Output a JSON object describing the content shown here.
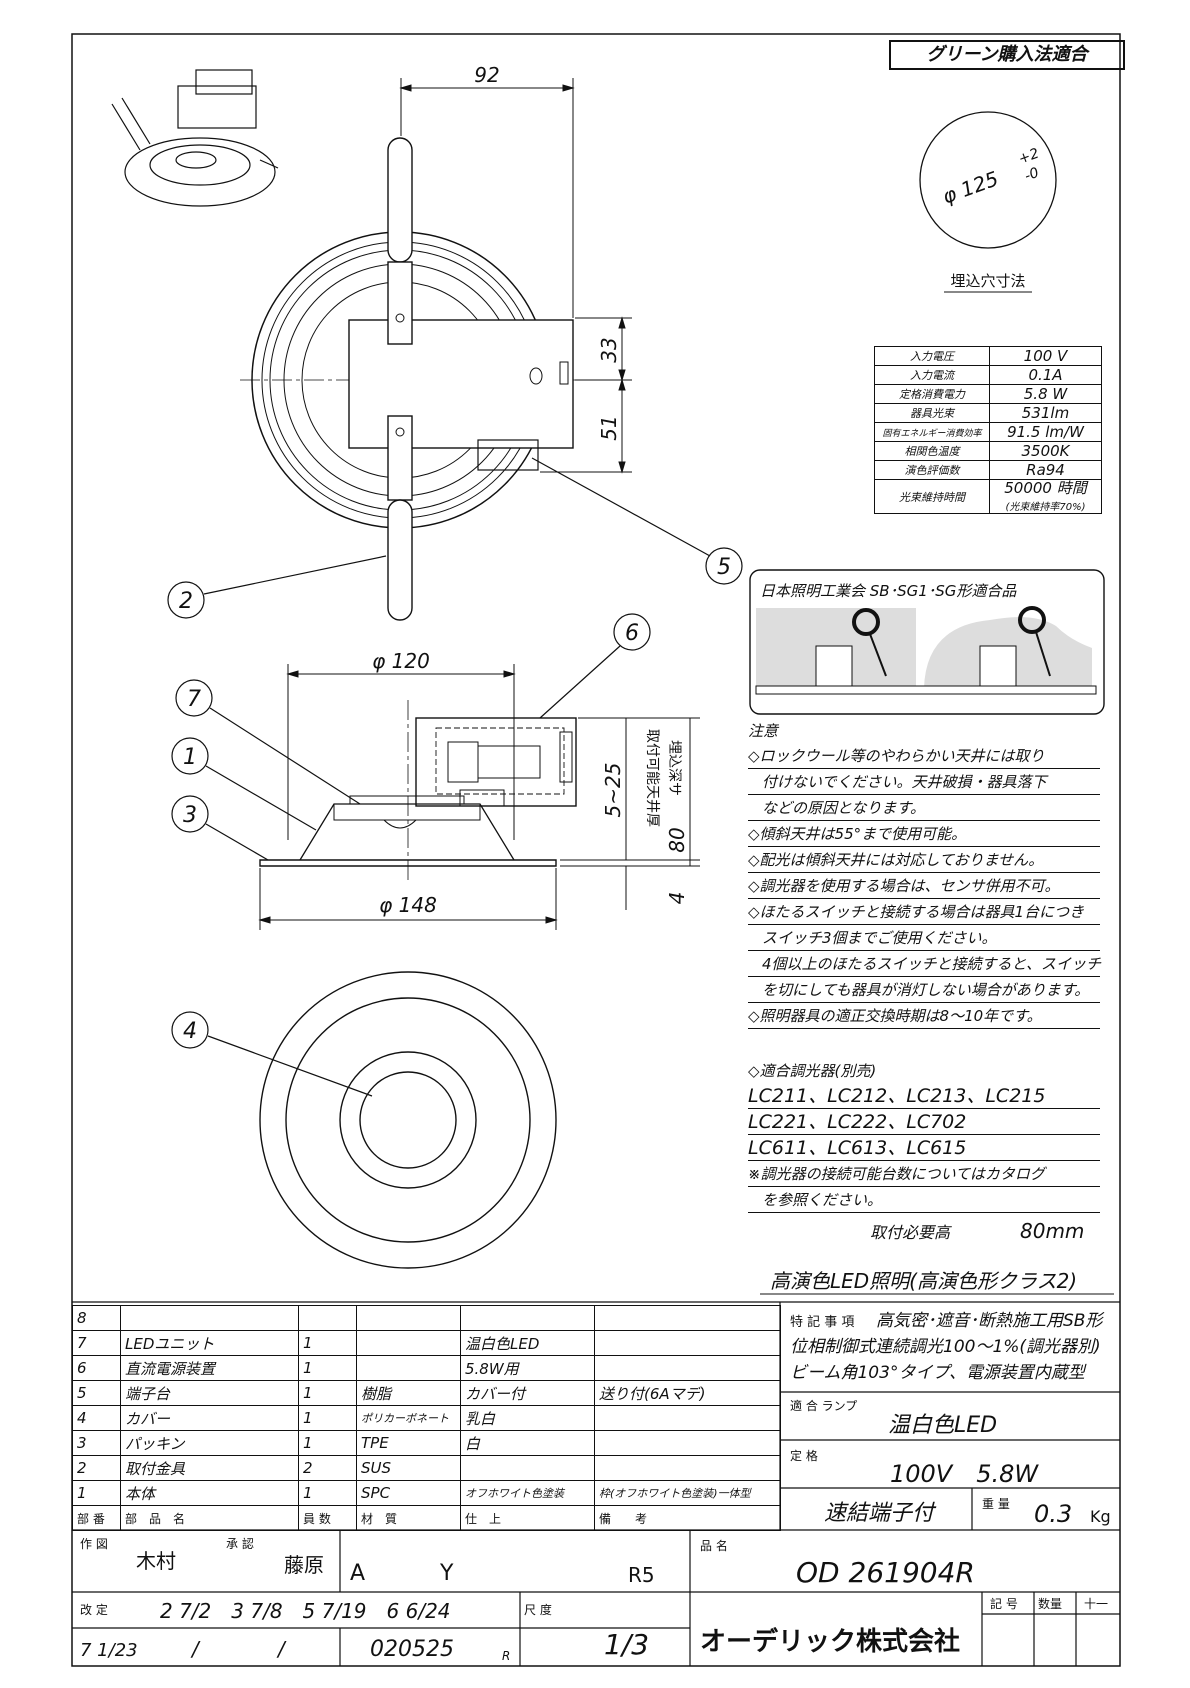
{
  "header": {
    "green_tag": "グリーン購入法適合"
  },
  "cutout": {
    "diameter": "φ 125",
    "tol_plus": "+2",
    "tol_minus": "-0",
    "label": "埋込穴寸法"
  },
  "specs": [
    {
      "k": "入力電圧",
      "v": "100 V"
    },
    {
      "k": "入力電流",
      "v": "0.1A"
    },
    {
      "k": "定格消費電力",
      "v": "5.8 W"
    },
    {
      "k": "器具光束",
      "v": "531lm"
    },
    {
      "k": "固有エネルギー消費効率",
      "v": "91.5 lm/W"
    },
    {
      "k": "相関色温度",
      "v": "3500K"
    },
    {
      "k": "演色評価数",
      "v": "Ra94"
    },
    {
      "k": "光束維持時間",
      "v": "50000 時間",
      "v2": "(光束維持率70%)"
    }
  ],
  "sg": {
    "title": "日本照明工業会 SB･SG1･SG形適合品"
  },
  "notes": {
    "title": "注意",
    "lines": [
      "◇ロックウール等のやわらかい天井には取り",
      "付けないでください。天井破損・器具落下",
      "などの原因となります。",
      "◇傾斜天井は55°まで使用可能。",
      "◇配光は傾斜天井には対応しておりません。",
      "◇調光器を使用する場合は、センサ併用不可。",
      "◇ほたるスイッチと接続する場合は器具1台につき",
      "スイッチ3個までご使用ください。",
      "4個以上のほたるスイッチと接続すると、スイッチ",
      "を切にしても器具が消灯しない場合があります。",
      "◇照明器具の適正交換時期は8～10年です。"
    ]
  },
  "dimmers": {
    "title": "◇適合調光器(別売)",
    "lines": [
      "LC211、LC212、LC213、LC215",
      "LC221、LC222、LC702",
      "LC611、LC613、LC615",
      "※調光器の接続可能台数についてはカタログ",
      "を参照ください。"
    ]
  },
  "install_height": {
    "label": "取付必要高",
    "value": "80mm"
  },
  "high_color": "高演色LED照明(高演色形クラス2)",
  "dims": {
    "top_width": "92",
    "d33": "33",
    "d51": "51",
    "d120": "φ 120",
    "d148": "φ 148",
    "d525": "5~25",
    "d80": "80",
    "d4": "4",
    "ceiling_label": "取付可能天井厚",
    "depth_label": "埋込深サ"
  },
  "callouts": [
    "1",
    "2",
    "3",
    "4",
    "5",
    "6",
    "7"
  ],
  "parts": {
    "rows": [
      {
        "no": "8",
        "name": "",
        "qty": "",
        "mat": "",
        "fin": "",
        "note": ""
      },
      {
        "no": "7",
        "name": "LEDユニット",
        "qty": "1",
        "mat": "",
        "fin": "温白色LED",
        "note": ""
      },
      {
        "no": "6",
        "name": "直流電源装置",
        "qty": "1",
        "mat": "",
        "fin": "5.8W用",
        "note": ""
      },
      {
        "no": "5",
        "name": "端子台",
        "qty": "1",
        "mat": "樹脂",
        "fin": "カバー付",
        "note": "送り付(6Aマデ)"
      },
      {
        "no": "4",
        "name": "カバー",
        "qty": "1",
        "mat": "ポリカーボネート",
        "fin": "乳白",
        "note": ""
      },
      {
        "no": "3",
        "name": "パッキン",
        "qty": "1",
        "mat": "TPE",
        "fin": "白",
        "note": ""
      },
      {
        "no": "2",
        "name": "取付金具",
        "qty": "2",
        "mat": "SUS",
        "fin": "",
        "note": ""
      },
      {
        "no": "1",
        "name": "本体",
        "qty": "1",
        "mat": "SPC",
        "fin": "オフホワイト色塗装",
        "note": "枠(オフホワイト色塗装)一体型"
      }
    ],
    "header": {
      "no": "部 番",
      "name": "部　品　名",
      "qty": "員 数",
      "mat": "材　質",
      "fin": "仕　上",
      "note": "備　　考"
    }
  },
  "features": {
    "label": "特 記 事 項",
    "l1": "高気密･遮音･断熱施工用SB形",
    "l2": "位相制御式連続調光100～1%(調光器別)",
    "l3": "ビーム角103°タイプ、電源装置内蔵型",
    "lamp_label": "適 合 ランプ",
    "lamp": "温白色LED",
    "rating_label": "定 格",
    "rating": "100V　5.8W",
    "terminal": "速結端子付",
    "weight_label": "重 量",
    "weight": "0.3",
    "weight_unit": "Kg"
  },
  "title_block": {
    "drawn_label": "作 図",
    "drawn": "木村",
    "approved_label": "承 認",
    "approved": "藤原",
    "a": "A",
    "y": "Y",
    "r": "R5",
    "product_label": "品 名",
    "product": "OD 261904R",
    "revision_label": "改 定",
    "rev1": "2 7/2　3 7/8　5 7/19　6 6/24",
    "rev2": "7 1/23",
    "slash1": "/",
    "slash2": "/",
    "code": "020525",
    "code_suffix": "R",
    "scale_label": "尺 度",
    "scale": "1/3",
    "company": "オーデリック株式会社",
    "mark_label": "記 号",
    "qty_label": "数量",
    "dash": "十一"
  }
}
